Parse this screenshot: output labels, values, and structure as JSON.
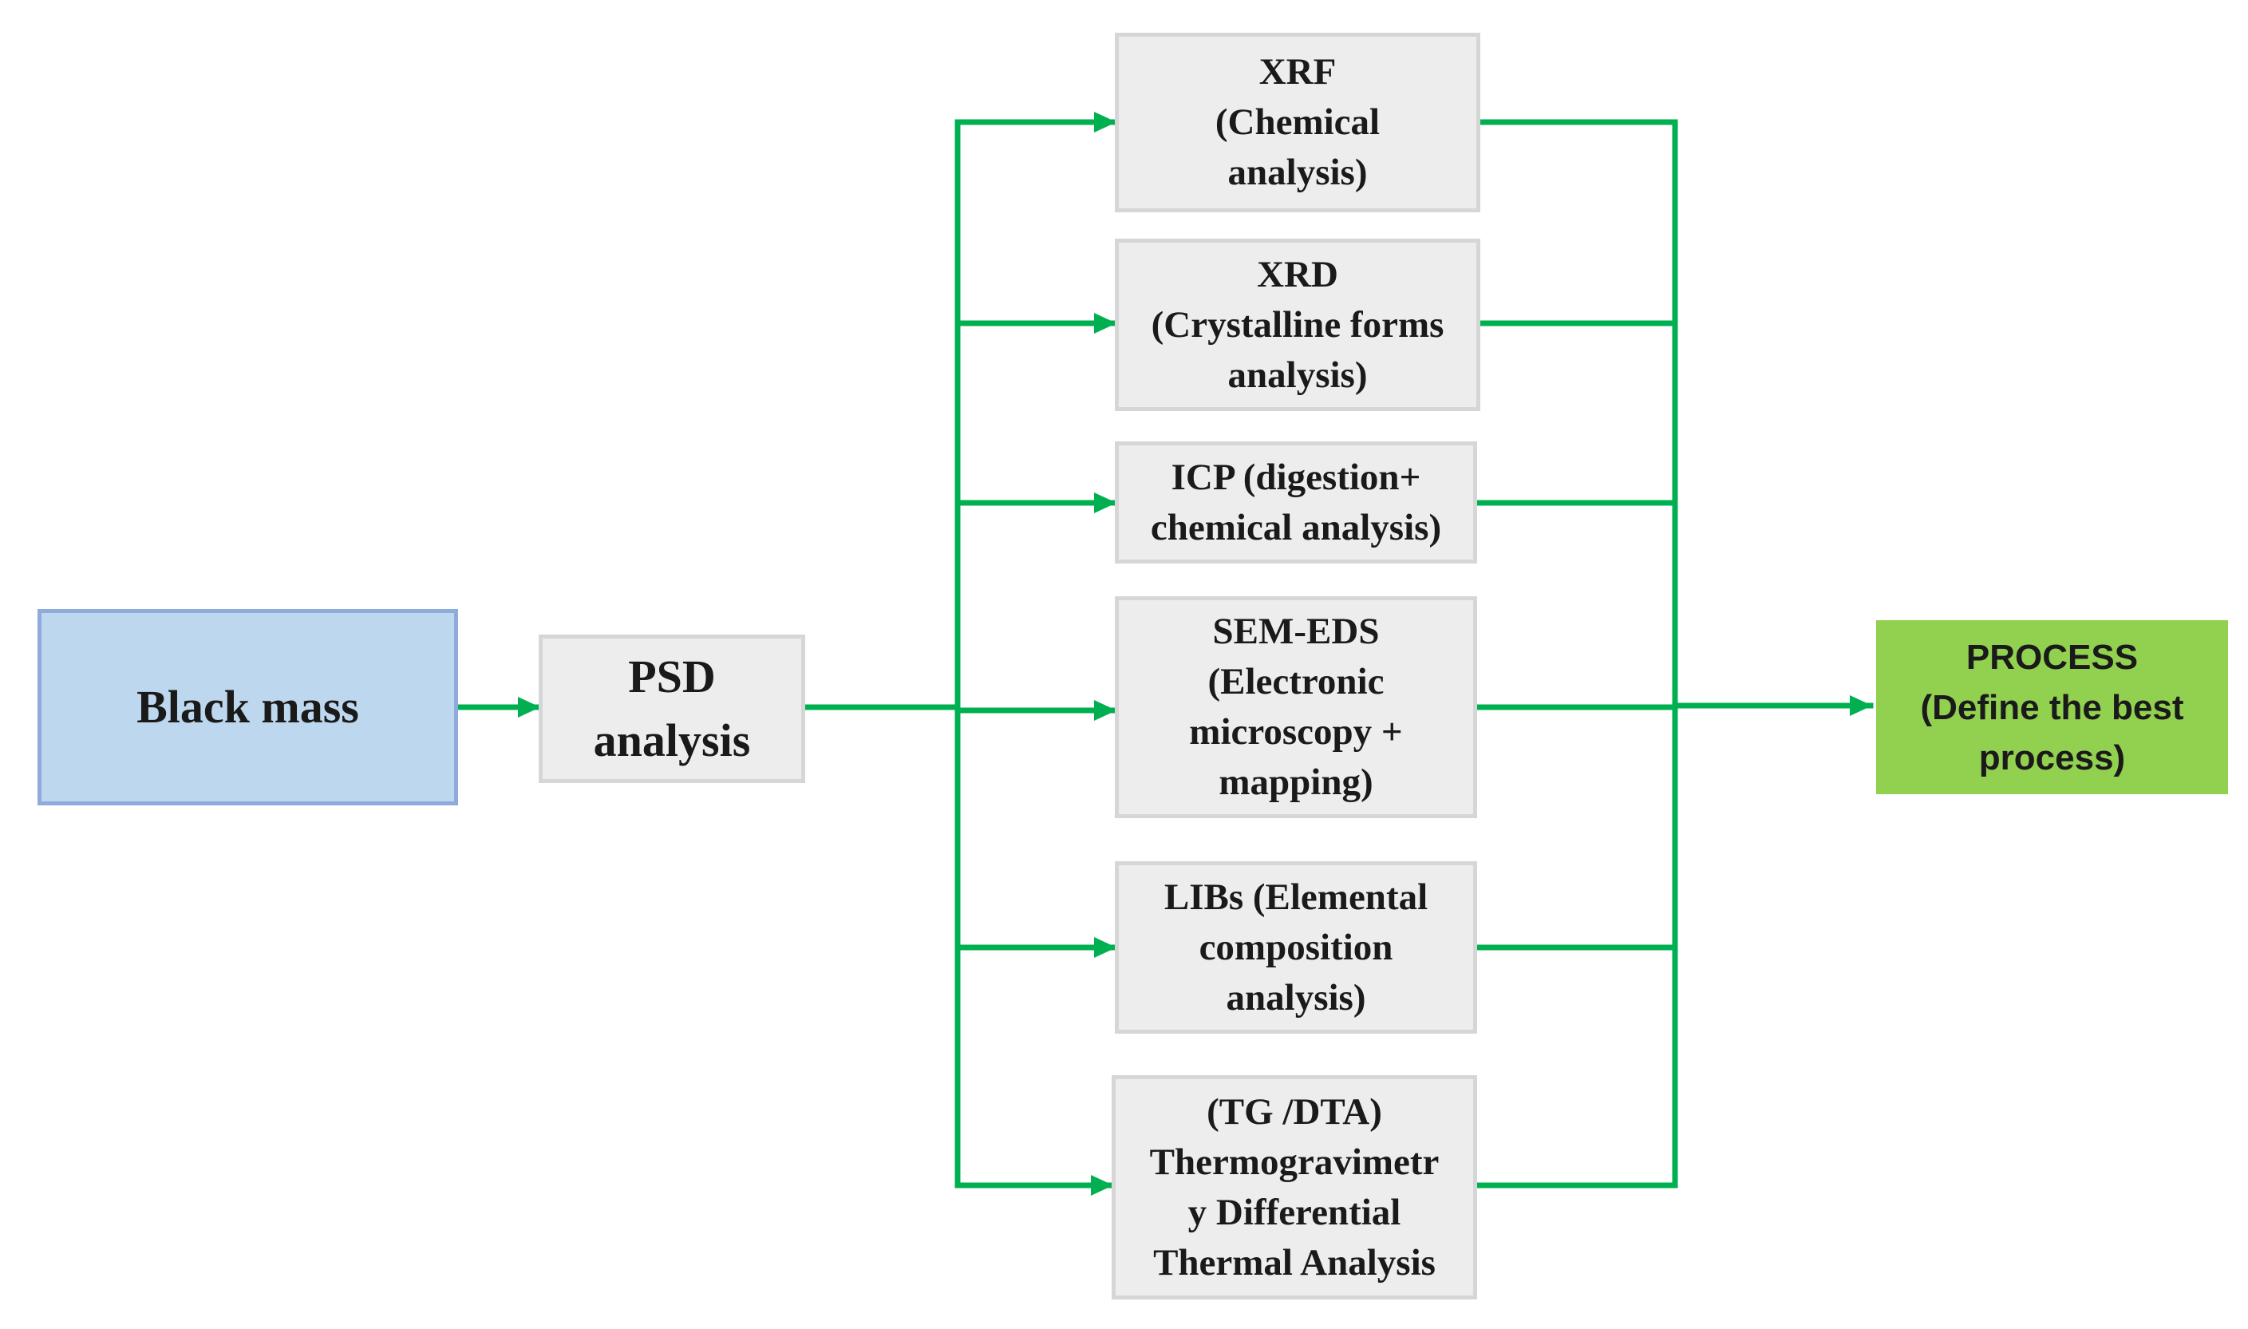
{
  "colors": {
    "connector": "#00b050",
    "start_fill": "#bdd7ee",
    "start_border": "#8faadc",
    "box_fill": "#ededed",
    "box_border": "#d6d6d6",
    "process_fill": "#92d050"
  },
  "start": {
    "label": "Black mass"
  },
  "psd": {
    "lines": [
      "PSD",
      "analysis"
    ]
  },
  "analyses": [
    {
      "lines": [
        "XRF",
        "(Chemical",
        "analysis)"
      ]
    },
    {
      "lines": [
        "XRD",
        "(Crystalline forms",
        "analysis)"
      ]
    },
    {
      "lines": [
        "ICP (digestion+",
        "chemical analysis)"
      ]
    },
    {
      "lines": [
        "SEM-EDS",
        "(Electronic",
        "microscopy +",
        "mapping)"
      ]
    },
    {
      "lines": [
        "LIBs (Elemental",
        "composition",
        "analysis)"
      ]
    },
    {
      "lines": [
        "(TG /DTA)",
        "Thermogravimetr",
        "y Differential",
        "Thermal Analysis"
      ]
    }
  ],
  "process": {
    "lines": [
      "PROCESS",
      "(Define the best",
      "process)"
    ]
  }
}
